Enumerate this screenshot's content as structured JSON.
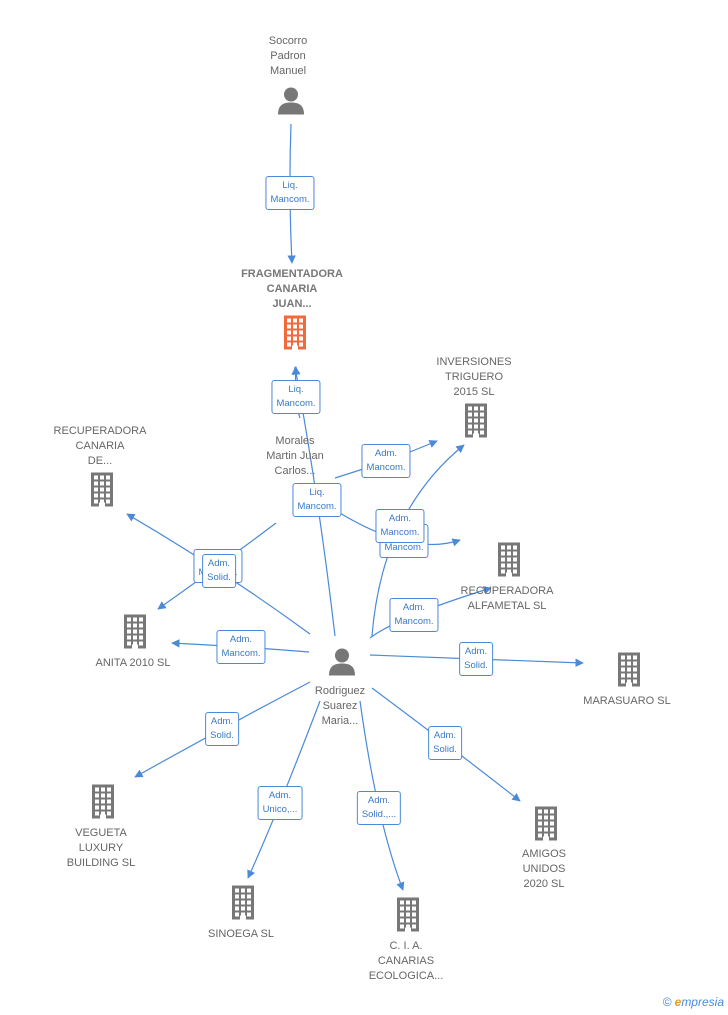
{
  "people": [
    {
      "id": "socorro",
      "label": "Socorro\nPadron\nManuel"
    },
    {
      "id": "morales",
      "label": "Morales\nMartin Juan\nCarlos..."
    },
    {
      "id": "rodriguez",
      "label": "Rodriguez\nSuarez\nMaria..."
    }
  ],
  "companies": [
    {
      "id": "fragmentadora",
      "label": "FRAGMENTADORA\nCANARIA\nJUAN...",
      "highlight": true
    },
    {
      "id": "inversiones",
      "label": "INVERSIONES\nTRIGUERO\n2015 SL"
    },
    {
      "id": "recuperadora_canaria",
      "label": "RECUPERADORA\nCANARIA\nDE..."
    },
    {
      "id": "recuperadora_alfametal",
      "label": "RECUPERADORA\nALFAMETAL SL"
    },
    {
      "id": "anita",
      "label": "ANITA 2010 SL"
    },
    {
      "id": "marasuaro",
      "label": "MARASUARO SL"
    },
    {
      "id": "vegueta",
      "label": "VEGUETA\nLUXURY\nBUILDING SL"
    },
    {
      "id": "amigos",
      "label": "AMIGOS\nUNIDOS\n2020 SL"
    },
    {
      "id": "sinoega",
      "label": "SINOEGA SL"
    },
    {
      "id": "cia",
      "label": "C. I. A.\nCANARIAS\nECOLOGICA..."
    }
  ],
  "edges": [
    {
      "from": "socorro",
      "to": "fragmentadora",
      "label": "Liq.\nMancom."
    },
    {
      "from": "morales",
      "to": "fragmentadora",
      "label": "Liq.\nMancom."
    },
    {
      "from": "morales",
      "to": "inversiones",
      "label": "Adm.\nMancom."
    },
    {
      "from": "morales",
      "to": "recuperadora_alfametal",
      "label": "Adm.\nMancom."
    },
    {
      "from": "morales",
      "to": "recuperadora_canaria",
      "label": "Adm.\nMancom."
    },
    {
      "from": "rodriguez",
      "to": "fragmentadora",
      "label": "Liq.\nMancom."
    },
    {
      "from": "rodriguez",
      "to": "inversiones",
      "label": "Adm.\nMancom."
    },
    {
      "from": "rodriguez",
      "to": "recuperadora_alfametal",
      "label": "Adm.\nMancom."
    },
    {
      "from": "rodriguez",
      "to": "anita",
      "label": "Adm.\nMancom."
    },
    {
      "from": "rodriguez",
      "to": "recuperadora_canaria",
      "label": "Adm.\nSolid."
    },
    {
      "from": "rodriguez",
      "to": "marasuaro",
      "label": "Adm.\nSolid."
    },
    {
      "from": "rodriguez",
      "to": "vegueta",
      "label": "Adm.\nSolid."
    },
    {
      "from": "rodriguez",
      "to": "amigos",
      "label": "Adm.\nSolid."
    },
    {
      "from": "rodriguez",
      "to": "sinoega",
      "label": "Adm.\nUnico,..."
    },
    {
      "from": "rodriguez",
      "to": "cia",
      "label": "Adm.\nSolid.,..."
    }
  ],
  "colors": {
    "edge": "#4a8ad8",
    "icon": "#777777",
    "highlight": "#f26a3c"
  },
  "footer": {
    "copyright": "©",
    "brand_initial": "e",
    "brand_rest": "mpresia"
  }
}
